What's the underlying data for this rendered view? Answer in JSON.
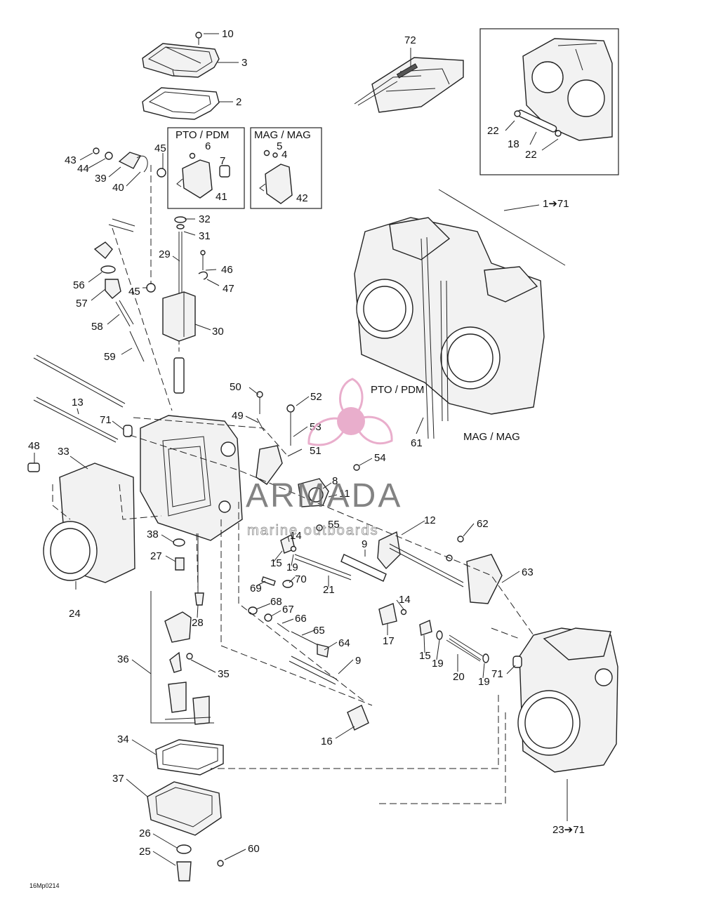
{
  "watermark": {
    "brand": "ARMADA",
    "tagline": "marine outboards",
    "accent_color": "#e6a0c4"
  },
  "boxes": {
    "pto_title": "PTO / PDM",
    "mag_title": "MAG / MAG"
  },
  "assembly_labels": {
    "pto_pdm": "PTO / PDM",
    "mag_mag": "MAG / MAG",
    "range_top": "1➔71",
    "range_bottom": "23➔71"
  },
  "figure_code": "16Mp0214",
  "callouts": [
    "10",
    "3",
    "2",
    "72",
    "22",
    "18",
    "22",
    "6",
    "7",
    "41",
    "5",
    "4",
    "42",
    "43",
    "44",
    "39",
    "40",
    "45",
    "32",
    "31",
    "29",
    "46",
    "47",
    "45",
    "56",
    "57",
    "58",
    "59",
    "30",
    "1➔71",
    "13",
    "71",
    "48",
    "33",
    "50",
    "52",
    "53",
    "51",
    "54",
    "49",
    "8",
    "11",
    "55",
    "12",
    "62",
    "9",
    "14",
    "15",
    "19",
    "21",
    "63",
    "69",
    "70",
    "38",
    "27",
    "24",
    "28",
    "68",
    "67",
    "66",
    "65",
    "64",
    "14",
    "17",
    "15",
    "19",
    "20",
    "19",
    "71",
    "36",
    "35",
    "9",
    "16",
    "34",
    "37",
    "26",
    "25",
    "60",
    "23➔71",
    "61"
  ]
}
